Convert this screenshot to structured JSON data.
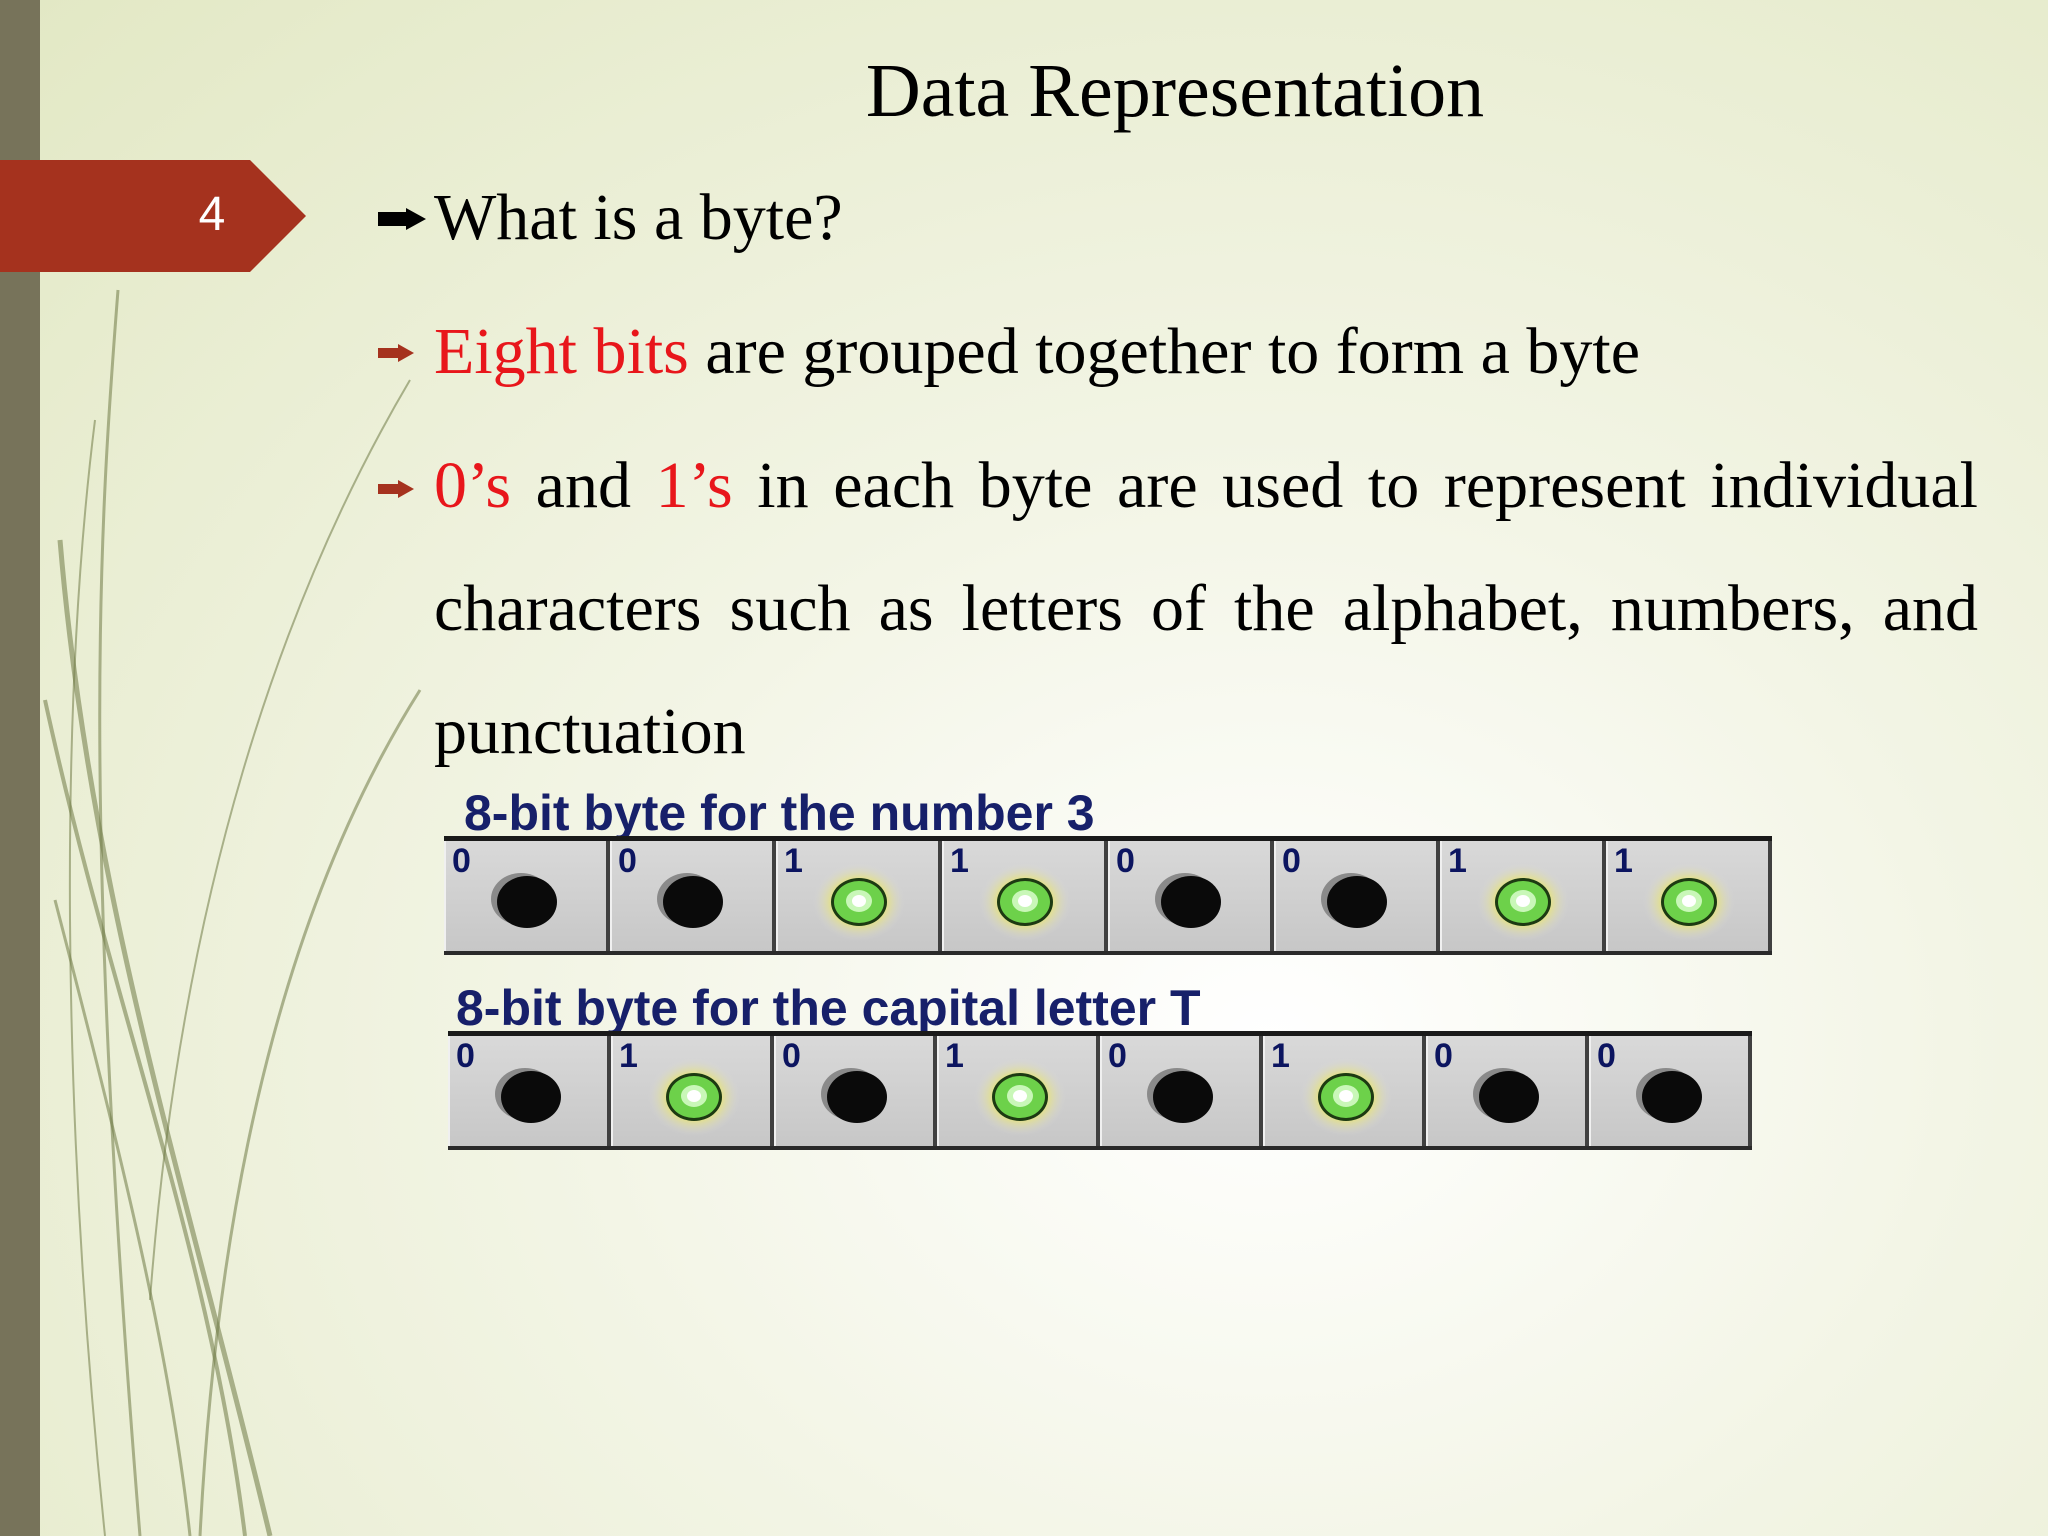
{
  "slide": {
    "number": "4",
    "title": "Data Representation"
  },
  "bullets": [
    {
      "parts": [
        {
          "text": "What is a byte?",
          "color": "black"
        }
      ]
    },
    {
      "parts": [
        {
          "text": "Eight bits",
          "color": "red"
        },
        {
          "text": " are grouped together to form a byte",
          "color": "black"
        }
      ]
    },
    {
      "parts": [
        {
          "text": "0’s",
          "color": "red"
        },
        {
          "text": " and ",
          "color": "black"
        },
        {
          "text": "1’s",
          "color": "red"
        },
        {
          "text": " in each byte are used to represent individual characters such as letters of the alphabet, numbers, and punctuation",
          "color": "black"
        }
      ]
    }
  ],
  "figure": {
    "rows": [
      {
        "label": "8-bit byte for the number 3",
        "bits": [
          "0",
          "0",
          "1",
          "1",
          "0",
          "0",
          "1",
          "1"
        ]
      },
      {
        "label": "8-bit byte for the capital letter T",
        "bits": [
          "0",
          "1",
          "0",
          "1",
          "0",
          "1",
          "0",
          "0"
        ]
      }
    ]
  },
  "colors": {
    "accent_red": "#e8161b",
    "slide_number_tab": "#a5321e",
    "left_bar": "#77735a",
    "label_navy": "#17206a",
    "led_on": "#6dd14a",
    "led_off": "#0a0a0a"
  },
  "icons": {
    "bullet": "arrow-bullet-icon",
    "led_on": "led-on-icon",
    "led_off": "led-off-icon"
  }
}
